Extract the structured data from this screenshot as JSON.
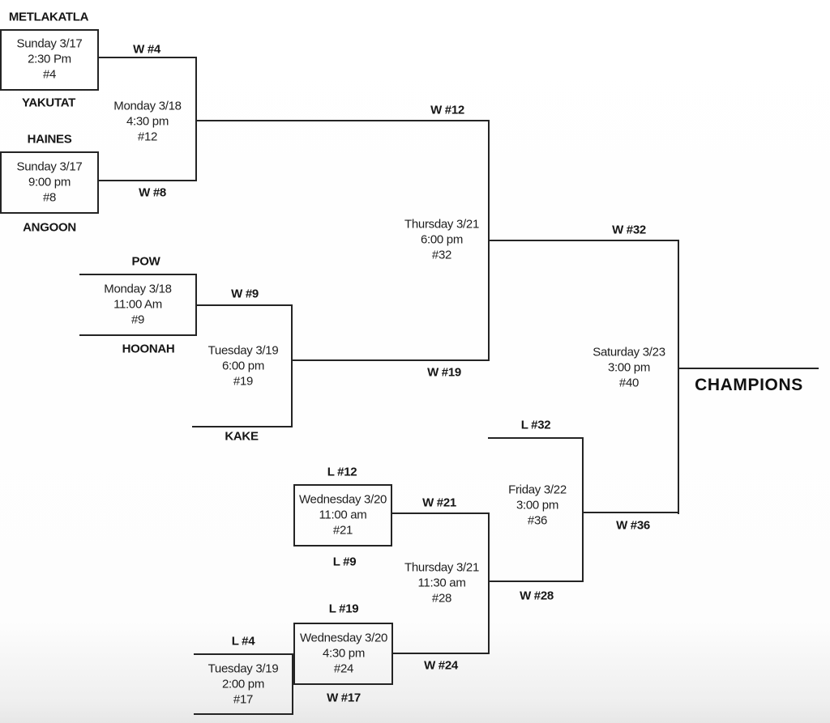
{
  "champions_label": "CHAMPIONS",
  "teams": {
    "metlakatla": "METLAKATLA",
    "yakutat": "YAKUTAT",
    "haines": "HAINES",
    "angoon": "ANGOON",
    "pow": "POW",
    "hoonah": "HOONAH",
    "kake": "KAKE"
  },
  "games": {
    "g4": {
      "date": "Sunday 3/17",
      "time": "2:30 Pm",
      "num": "#4"
    },
    "g8": {
      "date": "Sunday 3/17",
      "time": "9:00 pm",
      "num": "#8"
    },
    "g9": {
      "date": "Monday 3/18",
      "time": "11:00 Am",
      "num": "#9"
    },
    "g12": {
      "date": "Monday 3/18",
      "time": "4:30 pm",
      "num": "#12"
    },
    "g17": {
      "date": "Tuesday 3/19",
      "time": "2:00 pm",
      "num": "#17"
    },
    "g19": {
      "date": "Tuesday 3/19",
      "time": "6:00 pm",
      "num": "#19"
    },
    "g21": {
      "date": "Wednesday 3/20",
      "time": "11:00 am",
      "num": "#21"
    },
    "g24": {
      "date": "Wednesday 3/20",
      "time": "4:30 pm",
      "num": "#24"
    },
    "g28": {
      "date": "Thursday 3/21",
      "time": "11:30 am",
      "num": "#28"
    },
    "g32": {
      "date": "Thursday 3/21",
      "time": "6:00 pm",
      "num": "#32"
    },
    "g36": {
      "date": "Friday 3/22",
      "time": "3:00 pm",
      "num": "#36"
    },
    "g40": {
      "date": "Saturday 3/23",
      "time": "3:00 pm",
      "num": "#40"
    }
  },
  "labels": {
    "w4": "W #4",
    "w8": "W #8",
    "w9": "W #9",
    "w12": "W #12",
    "w17": "W #17",
    "w19": "W #19",
    "w21": "W #21",
    "w24": "W #24",
    "w28": "W #28",
    "w32": "W #32",
    "w36": "W #36",
    "l4": "L #4",
    "l9": "L #9",
    "l12": "L  #12",
    "l19": "L #19",
    "l32": "L #32"
  },
  "colors": {
    "line": "#242424",
    "text": "#1c1c1c",
    "background": "#ffffff"
  }
}
